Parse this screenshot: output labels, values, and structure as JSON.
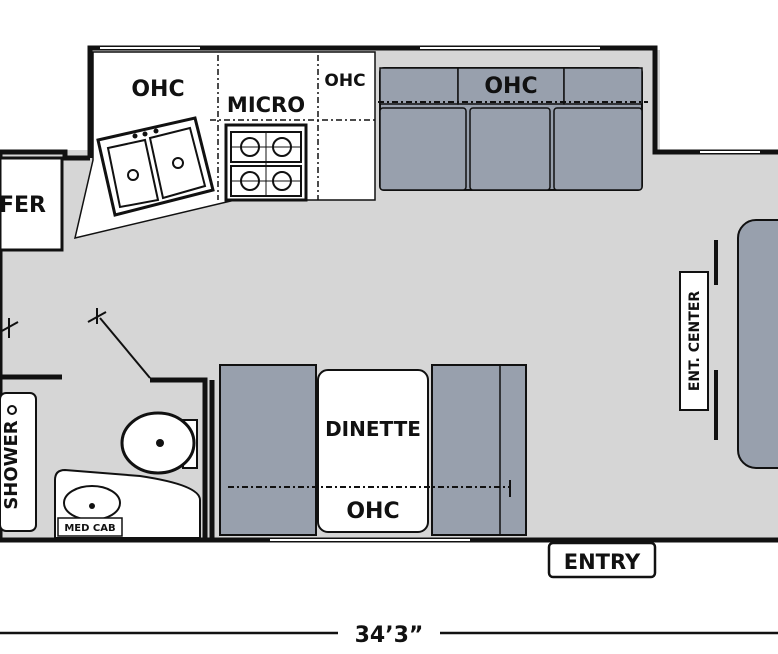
{
  "labels": {
    "ohc_kitchen_left": "OHC",
    "micro": "MICRO",
    "ohc_small": "OHC",
    "ohc_kitchen_right": "OHC",
    "fridge_partial": "FER",
    "ent_center": "ENT. CENTER",
    "dinette": "DINETTE",
    "ohc_dinette": "OHC",
    "shower": "SHOWER",
    "med_cab": "MED CAB",
    "entry": "ENTRY",
    "dimension": "34’3”"
  },
  "colors": {
    "floor": "#d6d6d6",
    "cushion": "#98a0ad",
    "wall": "#111111",
    "white": "#ffffff"
  }
}
